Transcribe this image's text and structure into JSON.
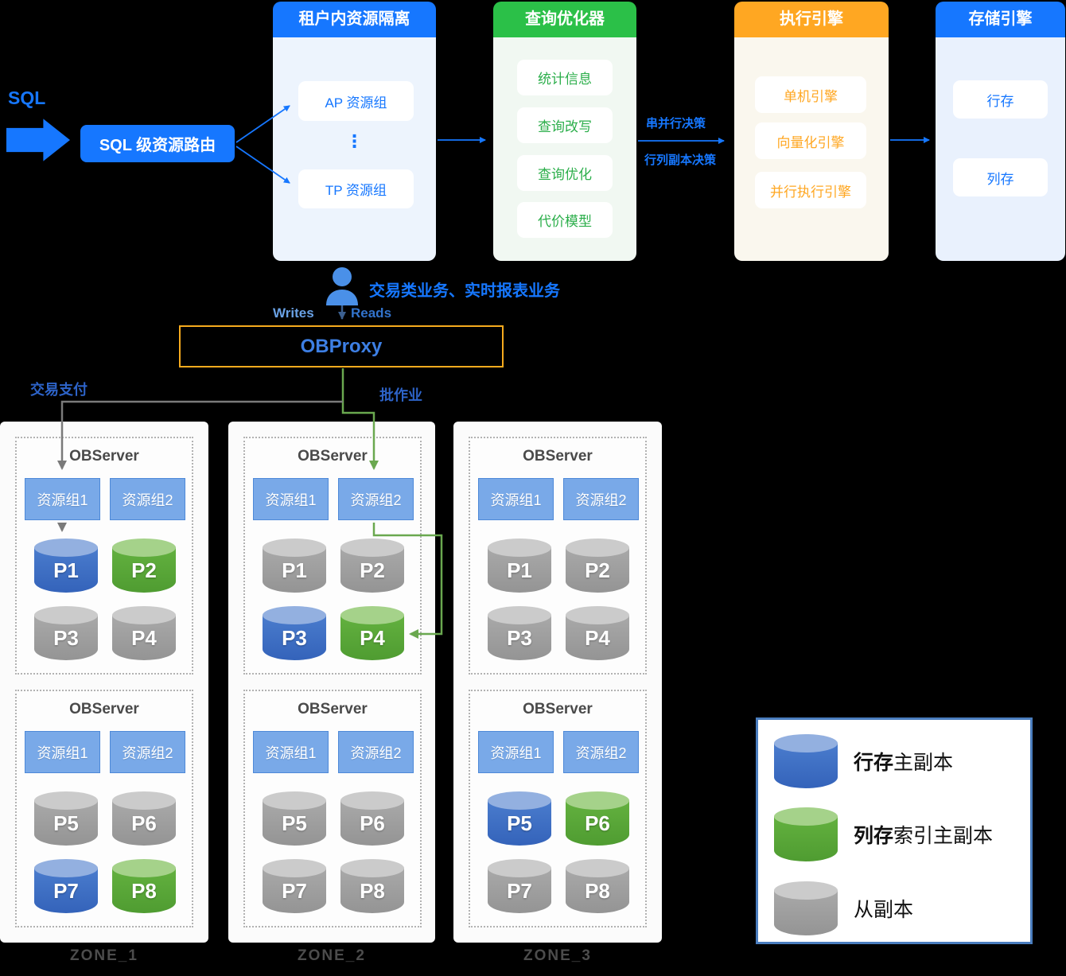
{
  "colors": {
    "accent_blue": "#1677ff",
    "green_header": "#2bc048",
    "orange_header": "#ffa722",
    "proxy_border": "#f6ab1e",
    "line_gray": "#7a7a7a",
    "line_green": "#6aa84f",
    "cylinder_blue": "#3b6fc6",
    "cylinder_green": "#56a738",
    "cylinder_gray": "#9d9d9d"
  },
  "flow": {
    "sql_label": "SQL",
    "router_label": "SQL 级资源路由",
    "decision_top": "串并行决策",
    "decision_bottom": "行列副本决策"
  },
  "panels": {
    "isolation": {
      "title": "租户内资源隔离",
      "ap": "AP 资源组",
      "dots": "⋮",
      "tp": "TP 资源组"
    },
    "optimizer": {
      "title": "查询优化器",
      "items": [
        "统计信息",
        "查询改写",
        "查询优化",
        "代价模型"
      ]
    },
    "execution": {
      "title": "执行引擎",
      "items": [
        "单机引擎",
        "向量化引擎",
        "并行执行引擎"
      ]
    },
    "storage": {
      "title": "存储引擎",
      "items": [
        "行存",
        "列存"
      ]
    }
  },
  "proxy": {
    "user_caption": "交易类业务、实时报表业务",
    "writes": "Writes",
    "reads": "Reads",
    "title": "OBProxy",
    "branch_left": "交易支付",
    "branch_right": "批作业"
  },
  "zones": [
    {
      "name": "ZONE_1",
      "servers": [
        {
          "title": "OBServer",
          "group1": "资源组1",
          "group2": "资源组2",
          "partitions": [
            {
              "label": "P1",
              "type": "blue"
            },
            {
              "label": "P2",
              "type": "green"
            },
            {
              "label": "P3",
              "type": "gray"
            },
            {
              "label": "P4",
              "type": "gray"
            }
          ]
        },
        {
          "title": "OBServer",
          "group1": "资源组1",
          "group2": "资源组2",
          "partitions": [
            {
              "label": "P5",
              "type": "gray"
            },
            {
              "label": "P6",
              "type": "gray"
            },
            {
              "label": "P7",
              "type": "blue"
            },
            {
              "label": "P8",
              "type": "green"
            }
          ]
        }
      ]
    },
    {
      "name": "ZONE_2",
      "servers": [
        {
          "title": "OBServer",
          "group1": "资源组1",
          "group2": "资源组2",
          "partitions": [
            {
              "label": "P1",
              "type": "gray"
            },
            {
              "label": "P2",
              "type": "gray"
            },
            {
              "label": "P3",
              "type": "blue"
            },
            {
              "label": "P4",
              "type": "green"
            }
          ]
        },
        {
          "title": "OBServer",
          "group1": "资源组1",
          "group2": "资源组2",
          "partitions": [
            {
              "label": "P5",
              "type": "gray"
            },
            {
              "label": "P6",
              "type": "gray"
            },
            {
              "label": "P7",
              "type": "gray"
            },
            {
              "label": "P8",
              "type": "gray"
            }
          ]
        }
      ]
    },
    {
      "name": "ZONE_3",
      "servers": [
        {
          "title": "OBServer",
          "group1": "资源组1",
          "group2": "资源组2",
          "partitions": [
            {
              "label": "P1",
              "type": "gray"
            },
            {
              "label": "P2",
              "type": "gray"
            },
            {
              "label": "P3",
              "type": "gray"
            },
            {
              "label": "P4",
              "type": "gray"
            }
          ]
        },
        {
          "title": "OBServer",
          "group1": "资源组1",
          "group2": "资源组2",
          "partitions": [
            {
              "label": "P5",
              "type": "blue"
            },
            {
              "label": "P6",
              "type": "green"
            },
            {
              "label": "P7",
              "type": "gray"
            },
            {
              "label": "P8",
              "type": "gray"
            }
          ]
        }
      ]
    }
  ],
  "legend": {
    "items": [
      {
        "type": "blue",
        "bold": "行存",
        "text": "主副本"
      },
      {
        "type": "green",
        "bold": "列存",
        "text": "索引主副本"
      },
      {
        "type": "gray",
        "bold": "",
        "text": "从副本"
      }
    ]
  }
}
